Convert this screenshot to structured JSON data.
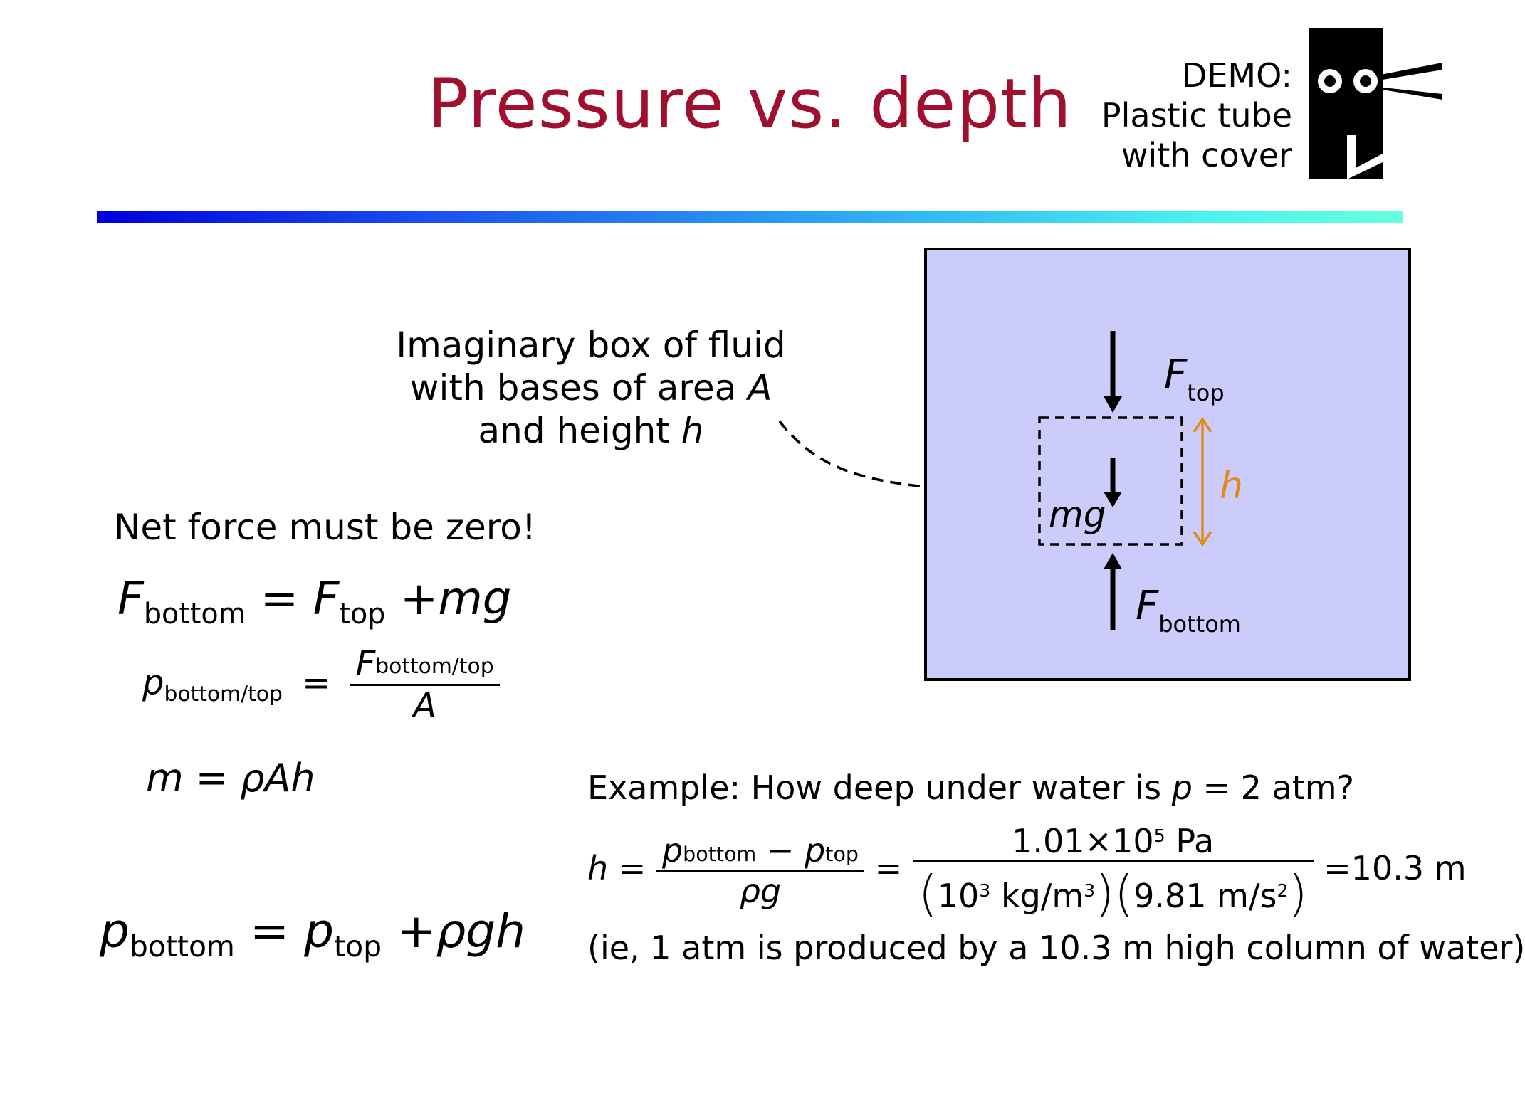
{
  "slide": {
    "title": "Pressure vs. depth",
    "demo": {
      "line1": "DEMO:",
      "line2": "Plastic tube",
      "line3": "with cover"
    },
    "logo_icon": "eyes-scissors-logo-icon"
  },
  "caption": {
    "line1": "Imaginary box of fluid",
    "line2_text": "with bases of area ",
    "line2_var": "A",
    "line3_text": "and height ",
    "line3_var": "h"
  },
  "net_force": "Net force must be zero!",
  "equations": {
    "eq1": {
      "lhs_var": "F",
      "lhs_sub": "bottom",
      "eq": "=",
      "t1_var": "F",
      "t1_sub": "top",
      "plus": "+",
      "t2": "mg"
    },
    "eq2": {
      "lhs_var": "p",
      "lhs_sub": "bottom/top",
      "eq": "=",
      "num_var": "F",
      "num_sub": "bottom/top",
      "den": "A"
    },
    "eq3": {
      "lhs": "m",
      "eq": "=",
      "rhs": "ρAh"
    },
    "eq4": {
      "lhs_var": "p",
      "lhs_sub": "bottom",
      "eq": "=",
      "t1_var": "p",
      "t1_sub": "top",
      "plus": "+",
      "t2": "ρgh"
    }
  },
  "diagram": {
    "f_top_var": "F",
    "f_top_sub": "top",
    "f_bottom_var": "F",
    "f_bottom_sub": "bottom",
    "mg": "mg",
    "h": "h",
    "colors": {
      "box_fill": "#ccccfa",
      "height_marker": "#e08a1e"
    }
  },
  "example": {
    "question_text": "Example: How deep under water is ",
    "question_var": "p",
    "question_rest": " = 2 atm?",
    "calc": {
      "lhs": "h",
      "eq1": "=",
      "num_p1_var": "p",
      "num_p1_sub": "bottom",
      "minus": "−",
      "num_p2_var": "p",
      "num_p2_sub": "top",
      "den1": "ρg",
      "eq2": "=",
      "num2_mant": "1.01×10",
      "num2_exp": "5",
      "num2_unit": " Pa",
      "den2_a": "10",
      "den2_a_exp": "3",
      "den2_a_unit": " kg/m",
      "den2_a_unit_exp": "3",
      "den2_b": "9.81 m/s",
      "den2_b_exp": "2",
      "eq3": "=",
      "result": "10.3 m"
    },
    "note": "(ie, 1 atm is produced by a 10.3 m high column of water)"
  }
}
